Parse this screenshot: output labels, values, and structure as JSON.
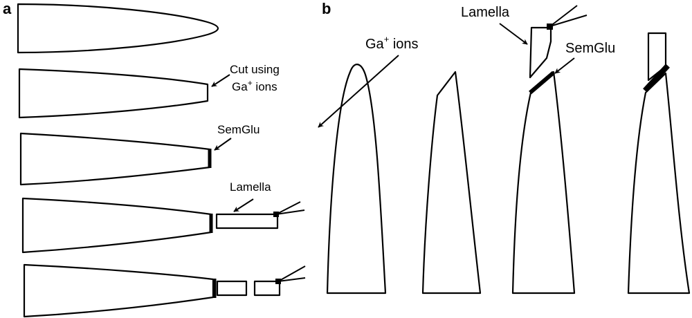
{
  "panel_a": {
    "letter": "a",
    "cut_label_line1": "Cut using",
    "cut_label_line2_base": "Ga",
    "cut_label_line2_sup": "+",
    "cut_label_line2_rest": " ions",
    "semglu_label": "SemGlu",
    "lamella_label": "Lamella"
  },
  "panel_b": {
    "letter": "b",
    "ga_label_base": "Ga",
    "ga_label_sup": "+",
    "ga_label_rest": " ions",
    "lamella_label": "Lamella",
    "semglu_label": "SemGlu"
  },
  "colors": {
    "line": "#000000",
    "background": "#ffffff"
  }
}
